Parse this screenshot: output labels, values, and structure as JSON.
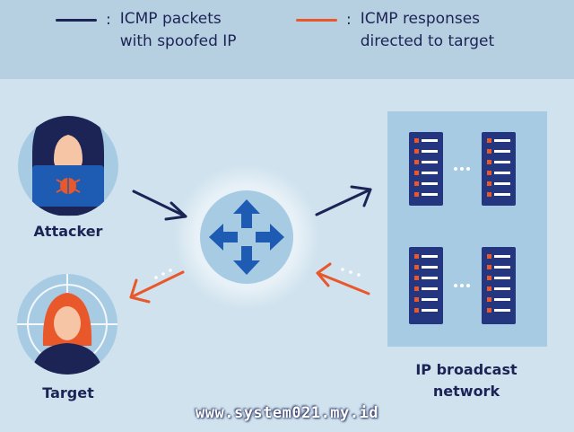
{
  "legend": {
    "packets": {
      "symbol": ":",
      "text": "ICMP packets\nwith spoofed IP",
      "color": "#1c2456"
    },
    "responses": {
      "symbol": ":",
      "text": "ICMP responses\ndirected to target",
      "color": "#e9582a"
    }
  },
  "nodes": {
    "attacker": {
      "label": "Attacker",
      "icon": "hooded-hacker-with-bug-laptop"
    },
    "router": {
      "icon": "router-four-arrows"
    },
    "target": {
      "label": "Target",
      "icon": "person-in-crosshair"
    },
    "network": {
      "label": "IP broadcast\nnetwork",
      "icon": "server-racks"
    }
  },
  "watermark": "www.system021.my.id",
  "colors": {
    "navy": "#1c2456",
    "orange": "#e9582a",
    "circle": "#a8cbe4",
    "router_blue": "#1e5cb3",
    "server_blue": "#23367f"
  }
}
